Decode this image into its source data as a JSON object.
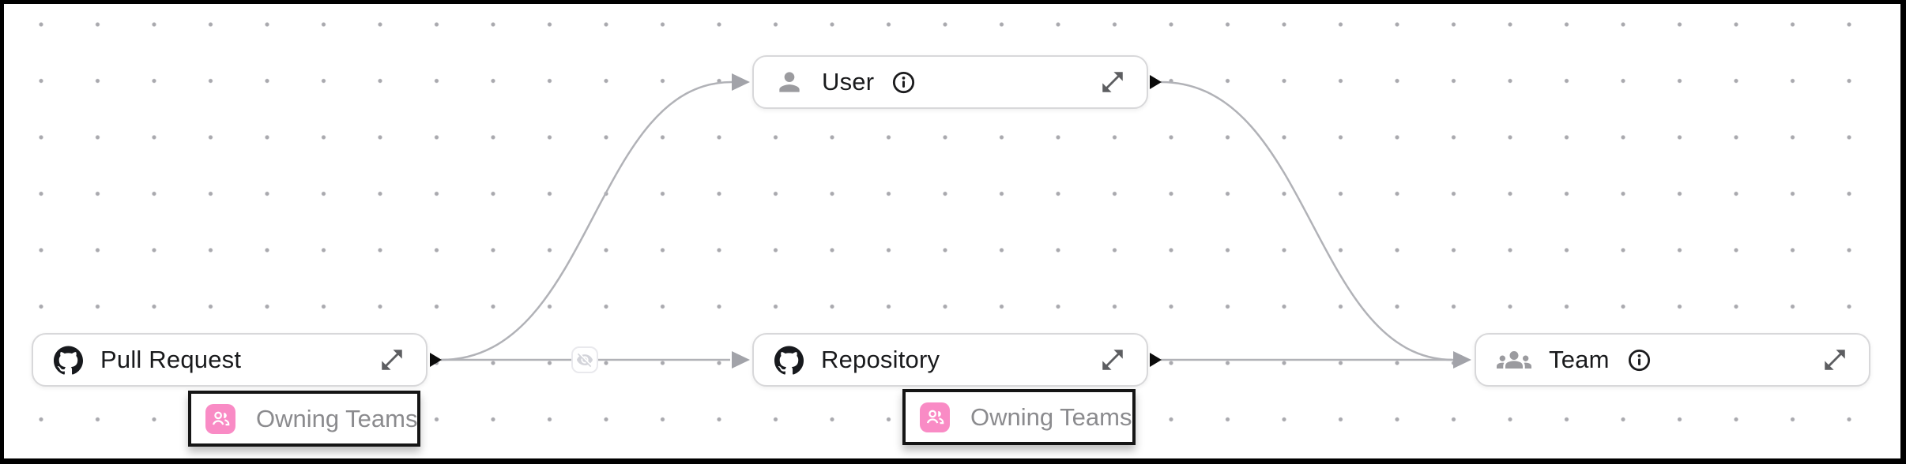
{
  "diagram": {
    "type": "entity-relationship-graph",
    "colors": {
      "frame": "#000000",
      "canvas_background": "#ffffff",
      "grid_dot": "#a9a9ae",
      "node_border": "#d8d8da",
      "node_text": "#191a1c",
      "edge": "#b1b2b7",
      "edge_arrow": "#a2a3a9",
      "source_handle": "#0b0b0b",
      "badge_border": "#151515",
      "badge_text": "#8b8b8e",
      "accent_pink": "#f98bc5"
    },
    "nodes": [
      {
        "id": "pull-request",
        "label": "Pull Request",
        "icon": "github-icon",
        "has_info_icon": false,
        "has_expand_icon": true
      },
      {
        "id": "user",
        "label": "User",
        "icon": "user-person-icon",
        "has_info_icon": true,
        "has_expand_icon": true
      },
      {
        "id": "repository",
        "label": "Repository",
        "icon": "github-icon",
        "has_info_icon": false,
        "has_expand_icon": true
      },
      {
        "id": "team",
        "label": "Team",
        "icon": "team-group-icon",
        "has_info_icon": true,
        "has_expand_icon": true
      }
    ],
    "edges": [
      {
        "from": "pull-request",
        "to": "user",
        "style": "curved"
      },
      {
        "from": "pull-request",
        "to": "repository",
        "style": "straight",
        "midpoint_icon": "visibility-off-icon"
      },
      {
        "from": "user",
        "to": "team",
        "style": "curved"
      },
      {
        "from": "repository",
        "to": "team",
        "style": "straight"
      }
    ],
    "relationship_badges": [
      {
        "label": "Owning Teams",
        "icon": "owning-teams-pink-icon",
        "attached_to": "pull-request"
      },
      {
        "label": "Owning Teams",
        "icon": "owning-teams-pink-icon",
        "attached_to": "repository"
      }
    ]
  }
}
